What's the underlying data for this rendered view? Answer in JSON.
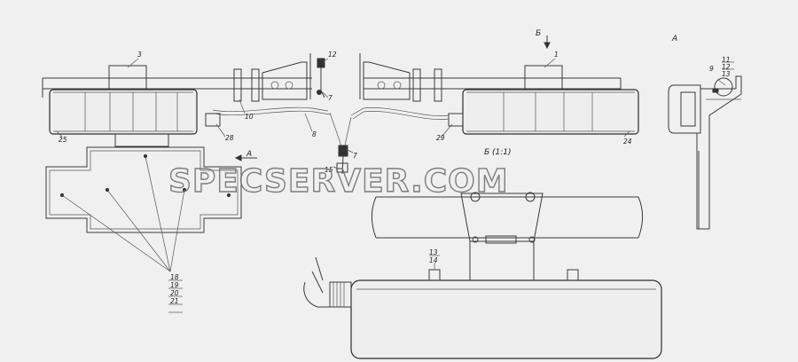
{
  "watermark": "SPECSERVER.COM",
  "views": {
    "arrow_b": "Б",
    "view_a": "А",
    "arrow_a": "А",
    "section_b": "Б (1:1)"
  },
  "labels": {
    "p1": "1",
    "p3": "3",
    "p7a": "7",
    "p7b": "7",
    "p8": "8",
    "p9": "9",
    "p10": "10",
    "p11": "11",
    "p12a": "12",
    "p12b": "12",
    "p13a": "13",
    "p13b": "13",
    "p14": "14",
    "p15": "15",
    "p18": "18",
    "p19": "19",
    "p20": "20",
    "p21": "21",
    "p24": "24",
    "p25": "25",
    "p28": "28",
    "p29": "29"
  },
  "colors": {
    "background": "#f0f0f0",
    "line": "#3a3a3a"
  }
}
